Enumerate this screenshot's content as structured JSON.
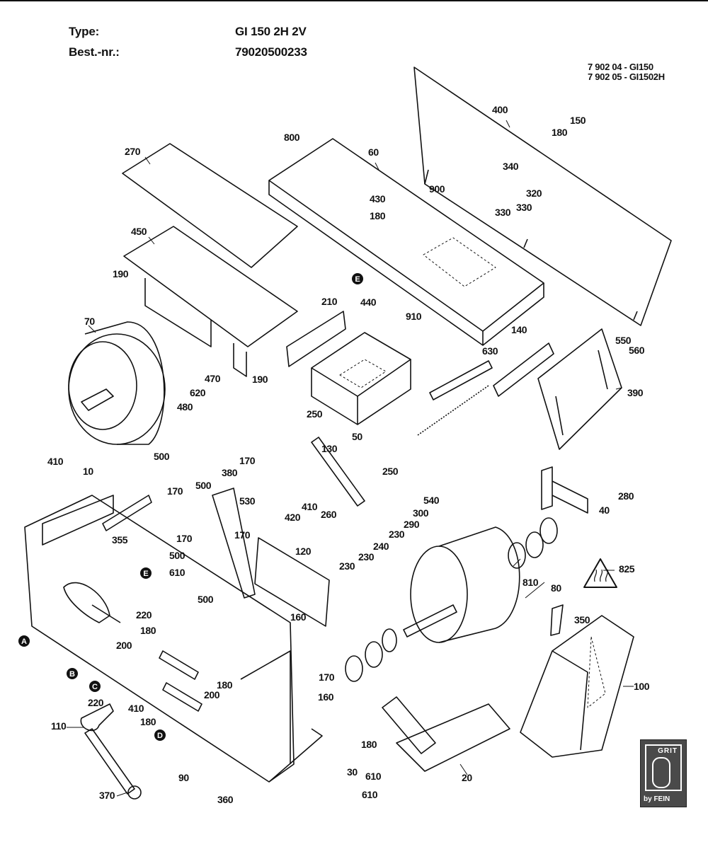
{
  "header": {
    "type_label": "Type:",
    "type_value": "GI 150 2H 2V",
    "order_label": "Best.-nr.:",
    "order_value": "79020500233"
  },
  "doc_refs": [
    "7 902 04 - GI150",
    "7 902 05 - GI1502H"
  ],
  "part_labels": [
    "400",
    "150",
    "180",
    "800",
    "60",
    "340",
    "320",
    "270",
    "330",
    "330",
    "430",
    "900",
    "180",
    "450",
    "190",
    "210",
    "440",
    "910",
    "70",
    "140",
    "630",
    "550",
    "560",
    "390",
    "470",
    "190",
    "620",
    "480",
    "250",
    "50",
    "130",
    "250",
    "410",
    "10",
    "500",
    "170",
    "380",
    "170",
    "500",
    "530",
    "540",
    "300",
    "290",
    "170",
    "260",
    "420",
    "410",
    "120",
    "230",
    "240",
    "230",
    "355",
    "500",
    "170",
    "220",
    "230",
    "280",
    "40",
    "610",
    "500",
    "825",
    "810",
    "80",
    "160",
    "180",
    "350",
    "200",
    "170",
    "200",
    "180",
    "160",
    "220",
    "410",
    "180",
    "100",
    "110",
    "90",
    "30",
    "180",
    "610",
    "610",
    "20",
    "370",
    "360"
  ],
  "reference_markers": [
    "E",
    "E",
    "A",
    "B",
    "C",
    "D"
  ],
  "logo": {
    "brand": "GRIT",
    "byline": "by FEIN"
  }
}
